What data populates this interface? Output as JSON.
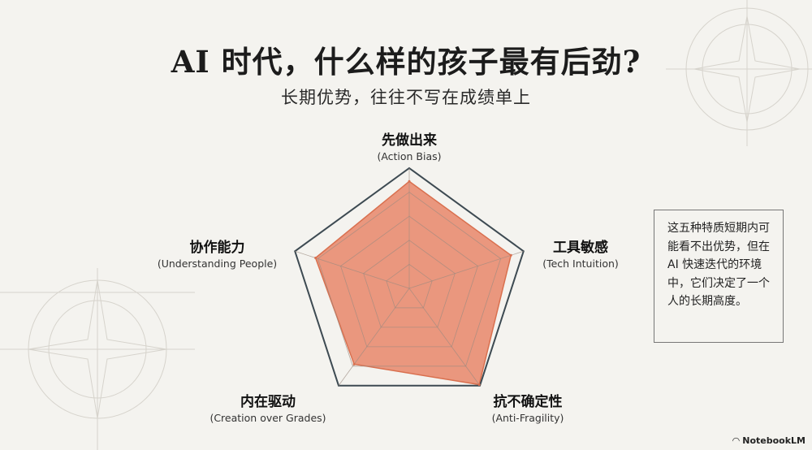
{
  "title": "AI 时代，什么样的孩子最有后劲?",
  "subtitle": "长期优势，往往不写在成绩单上",
  "note": "这五种特质短期内可能看不出优势，但在 AI 快速迭代的环境中，它们决定了一个人的长期高度。",
  "brand": "NotebookLM",
  "colors": {
    "fill": "#e8866a",
    "stroke": "#d9704f",
    "frame": "#3d4a52",
    "grid": "#9a8a80",
    "background": "#f4f3ef"
  },
  "chart_data": {
    "type": "radar",
    "title": "AI 时代，什么样的孩子最有后劲?",
    "axes": [
      {
        "zh": "先做出来",
        "en": "(Action Bias)"
      },
      {
        "zh": "工具敏感",
        "en": "(Tech Intuition)"
      },
      {
        "zh": "抗不确定性",
        "en": "(Anti-Fragility)"
      },
      {
        "zh": "内在驱动",
        "en": "(Creation over Grades)"
      },
      {
        "zh": "协作能力",
        "en": "(Understanding People)"
      }
    ],
    "values": [
      89,
      89,
      99,
      78,
      82
    ],
    "range": [
      0,
      100
    ],
    "grid_levels": [
      20,
      40,
      60,
      80,
      100
    ],
    "legend": "none"
  }
}
